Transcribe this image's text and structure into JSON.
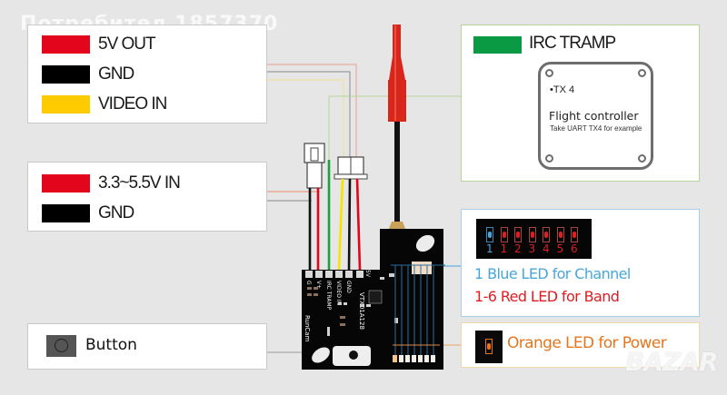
{
  "watermark": {
    "user": "Потребител 1857370",
    "site": "BAZAR"
  },
  "legend_video": {
    "items": [
      {
        "label": "5V OUT",
        "color": "#e3051b"
      },
      {
        "label": "GND",
        "color": "#000000"
      },
      {
        "label": "VIDEO IN",
        "color": "#fecb00"
      }
    ]
  },
  "legend_power": {
    "items": [
      {
        "label": "3.3~5.5V IN",
        "color": "#e3051b"
      },
      {
        "label": "GND",
        "color": "#000000"
      }
    ]
  },
  "button_box": {
    "label": "Button",
    "icon": "button-icon"
  },
  "tramp": {
    "label": "IRC TRAMP",
    "color": "#0a9a44",
    "fc_pin": "•TX 4",
    "fc_title": "Flight controller",
    "fc_subtitle": "Take UART TX4 for example"
  },
  "led_panel": {
    "leds": [
      {
        "num": "1",
        "color": "blue"
      },
      {
        "num": "1",
        "color": "red"
      },
      {
        "num": "2",
        "color": "red"
      },
      {
        "num": "3",
        "color": "red"
      },
      {
        "num": "4",
        "color": "red"
      },
      {
        "num": "5",
        "color": "red"
      },
      {
        "num": "6",
        "color": "red"
      }
    ],
    "blue_text": "1 Blue LED for Channel",
    "red_text": "1-6 Red  LED for Band",
    "blue_color": "#49a6dc",
    "red_color": "#e01d23"
  },
  "orange_panel": {
    "text": "Orange LED for Power",
    "color": "#e2771f"
  },
  "pcb": {
    "pins": [
      "G",
      "V+",
      "IRC TRAMP",
      "VIDEO IN",
      "GND",
      "5V"
    ],
    "model": "VTX01A128",
    "brand": "RunCam"
  },
  "colors": {
    "wire_red": "#e3051b",
    "wire_black": "#111111",
    "wire_yellow": "#f6e400",
    "wire_green": "#1aa33a",
    "antenna_red": "#d8261b",
    "gold": "#c9a25a"
  }
}
